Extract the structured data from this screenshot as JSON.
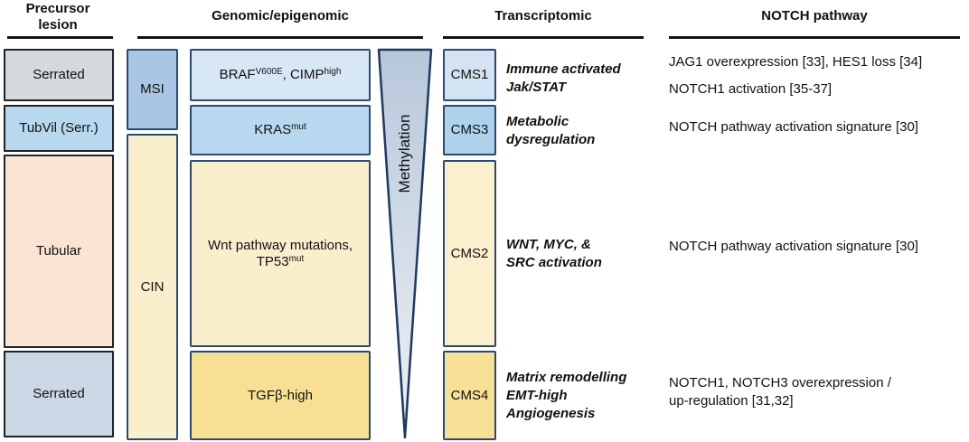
{
  "colors": {
    "precursor_serrated_top": "#d4d9de",
    "precursor_tubvil": "#b7d8ee",
    "precursor_tubular": "#fce4d4",
    "precursor_serrated_bottom": "#ccd7e5",
    "msi": "#a9c6e4",
    "cin": "#faefcd",
    "braf_box": "#d7e7f6",
    "kras_box": "#b7d8ee",
    "wnt_box": "#faefcd",
    "tgf_box": "#f7e094",
    "cms1": "#d4e3f4",
    "cms3": "#aed2ec",
    "cms2": "#fbf0cd",
    "cms4": "#f8e196",
    "triangle_top": "#b7c7da",
    "triangle_bottom": "#eef1f6",
    "triangle_border": "#1e3a5f"
  },
  "headers": {
    "precursor_lines": [
      "Precursor",
      "lesion"
    ],
    "genomic": "Genomic/epigenomic",
    "transcriptomic": "Transcriptomic",
    "notch": "NOTCH pathway"
  },
  "precursor_column": {
    "boxes": [
      {
        "label": "Serrated"
      },
      {
        "label": "TubVil (Serr.)"
      },
      {
        "label": "Tubular"
      },
      {
        "label": "Serrated"
      }
    ]
  },
  "genomic_column": {
    "msi_label": "MSI",
    "cin_label": "CIN",
    "boxes": [
      {
        "segments": [
          {
            "text": "BRAF"
          },
          {
            "text": "V600E",
            "sup": true
          },
          {
            "text": ", CIMP"
          },
          {
            "text": "high",
            "sup": true
          }
        ]
      },
      {
        "segments": [
          {
            "text": "KRAS"
          },
          {
            "text": "mut",
            "sup": true
          }
        ]
      },
      {
        "segments": [
          {
            "text": "Wnt pathway mutations,"
          },
          {
            "br": true
          },
          {
            "text": "TP53"
          },
          {
            "text": "mut",
            "sup": true
          }
        ]
      },
      {
        "segments": [
          {
            "text": "TGFβ-high"
          }
        ]
      }
    ]
  },
  "methylation_label": "Methylation",
  "transcriptomic_column": {
    "rows": [
      {
        "cms": "CMS1",
        "desc_lines": [
          "Immune activated",
          "Jak/STAT"
        ]
      },
      {
        "cms": "CMS3",
        "desc_lines": [
          "Metabolic",
          "dysregulation"
        ]
      },
      {
        "cms": "CMS2",
        "desc_lines": [
          "WNT, MYC, &",
          "SRC activation"
        ]
      },
      {
        "cms": "CMS4",
        "desc_lines": [
          "Matrix remodelling",
          "EMT-high",
          "Angiogenesis"
        ]
      }
    ]
  },
  "notch_column": {
    "entries": [
      {
        "lines": [
          "JAG1 overexpression [33], HES1 loss [34]"
        ]
      },
      {
        "lines": [
          "NOTCH1 activation [35-37]"
        ]
      },
      {
        "lines": [
          "NOTCH pathway activation signature [30]"
        ]
      },
      {
        "lines": [
          "NOTCH pathway activation signature [30]"
        ]
      },
      {
        "lines": [
          "NOTCH1, NOTCH3 overexpression /",
          "up-regulation [31,32]"
        ]
      }
    ]
  }
}
